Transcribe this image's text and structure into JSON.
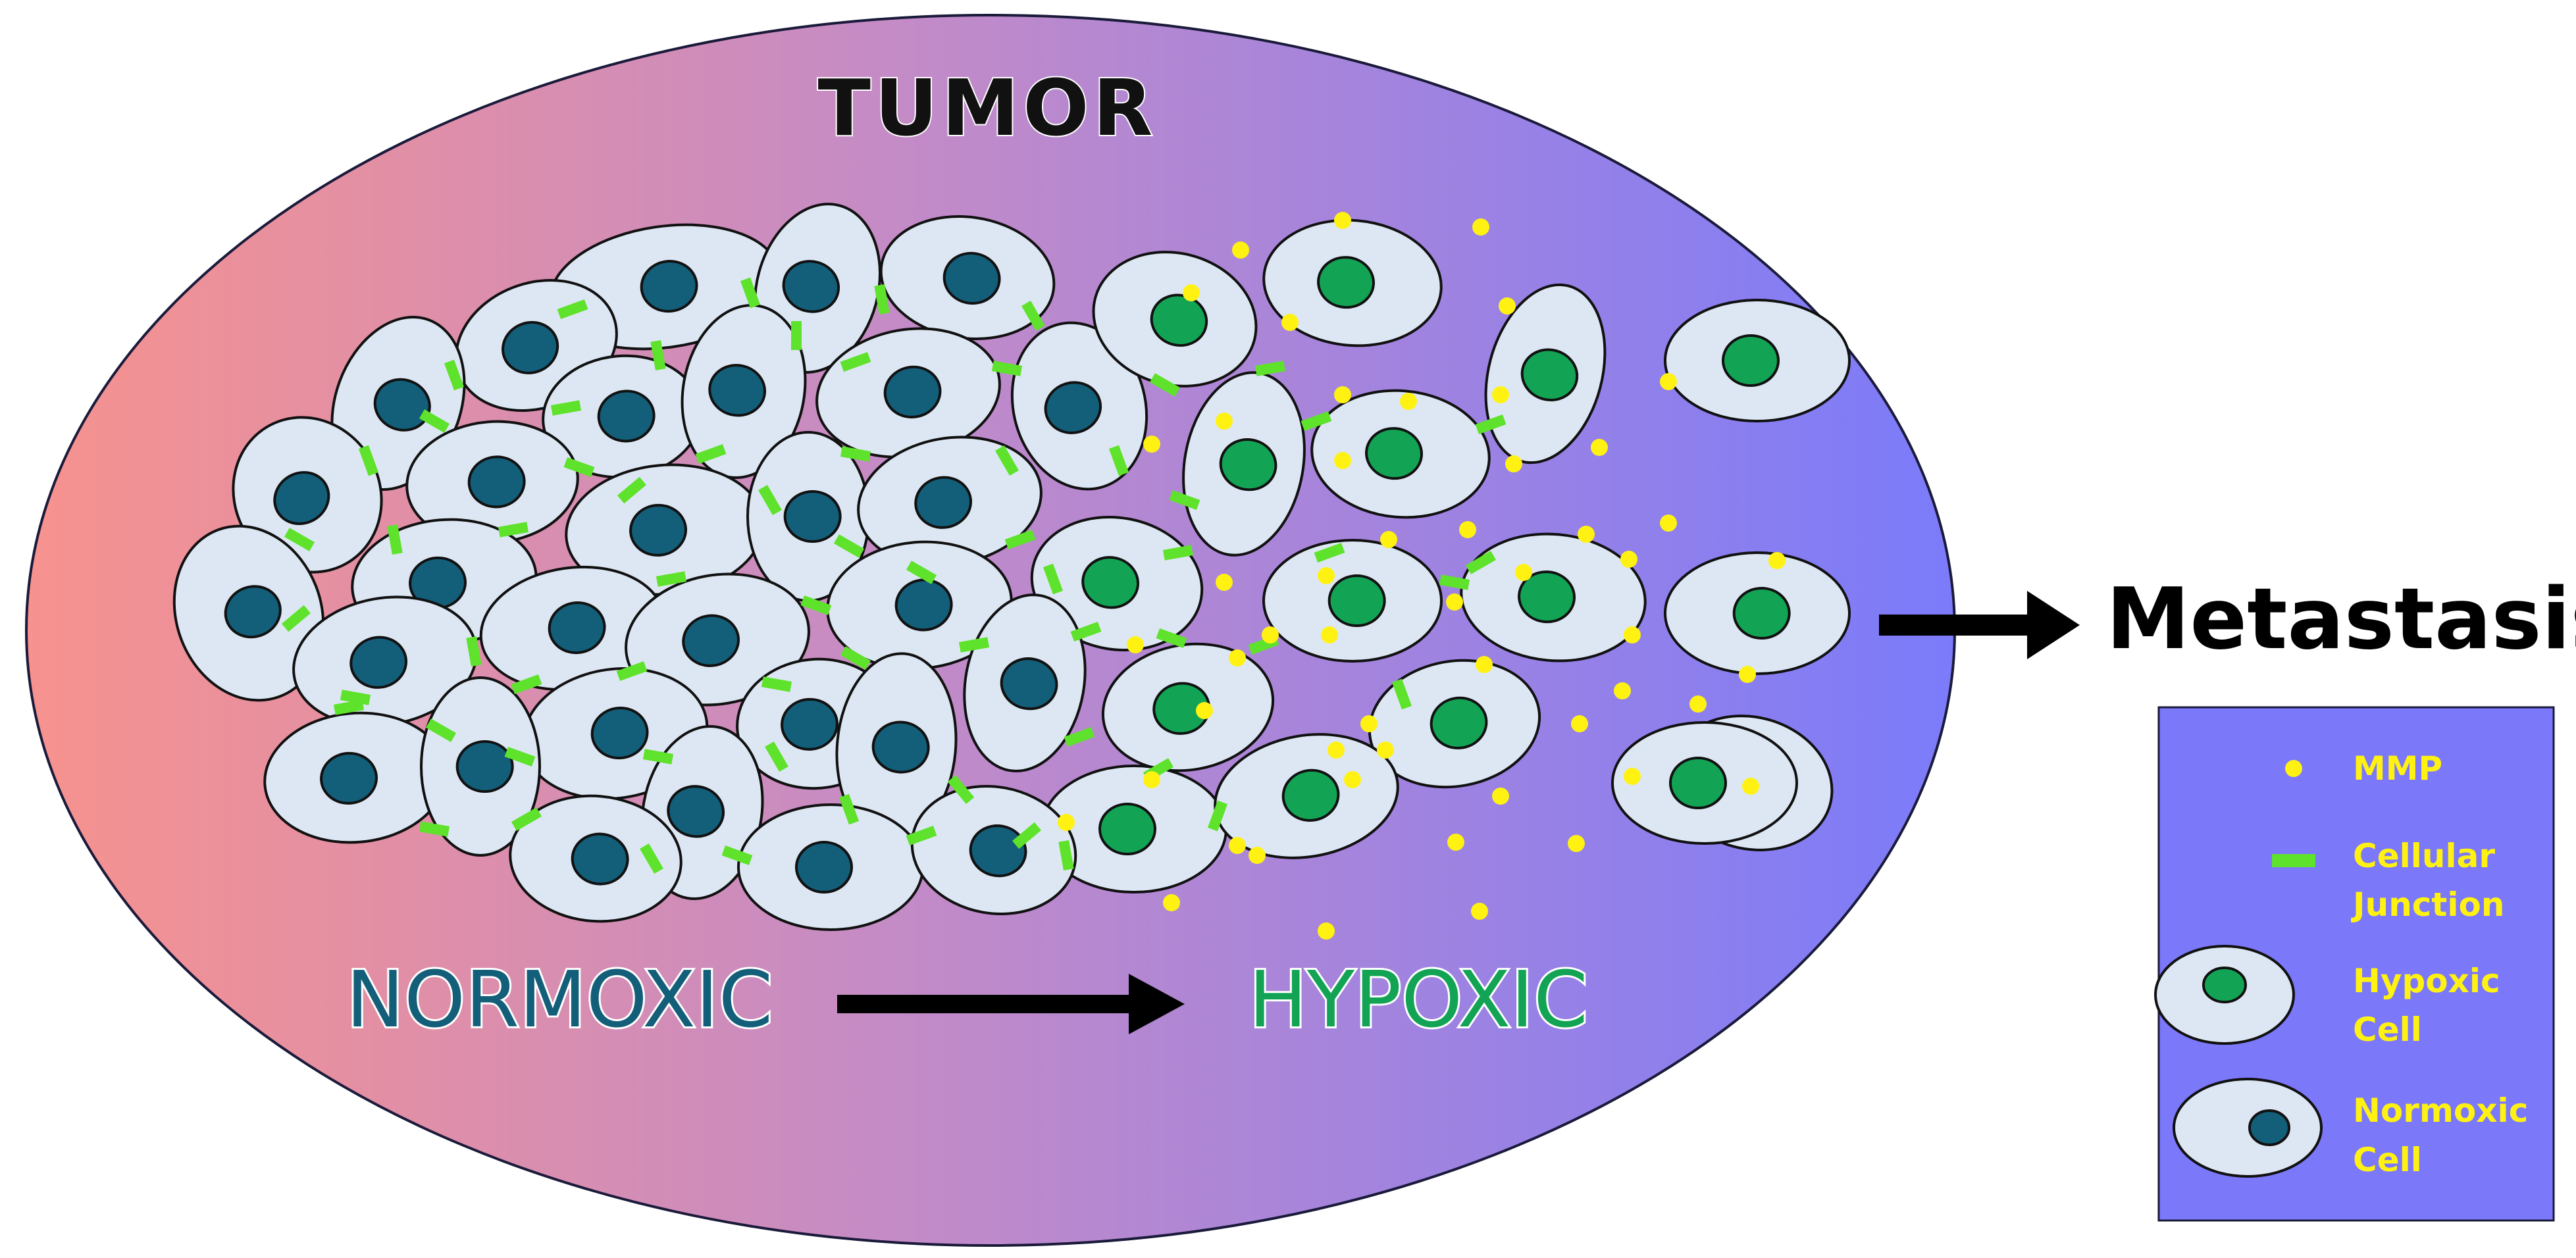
{
  "tumor": {
    "title": "TUMOR"
  },
  "gradient_labels": {
    "from": "NORMOXIC",
    "to": "HYPOXIC"
  },
  "outcome": {
    "label": "Metastasis"
  },
  "legend": {
    "mmp": "MMP",
    "junction_line1": "Cellular",
    "junction_line2": "Junction",
    "hypoxic_line1": "Hypoxic",
    "hypoxic_line2": "Cell",
    "normoxic_line1": "Normoxic",
    "normoxic_line2": "Cell"
  },
  "colors": {
    "gradient_left": "#F7928E",
    "gradient_mid": "#C48BC6",
    "gradient_right": "#7B7BFA",
    "cell_body": "#DDE7F3",
    "normoxic_nucleus": "#135E79",
    "hypoxic_nucleus": "#12A454",
    "junction": "#5EE22B",
    "mmp": "#FFF212",
    "legend_bg": "#7B78F9",
    "legend_text": "#FFF212",
    "arrow": "#000000"
  }
}
